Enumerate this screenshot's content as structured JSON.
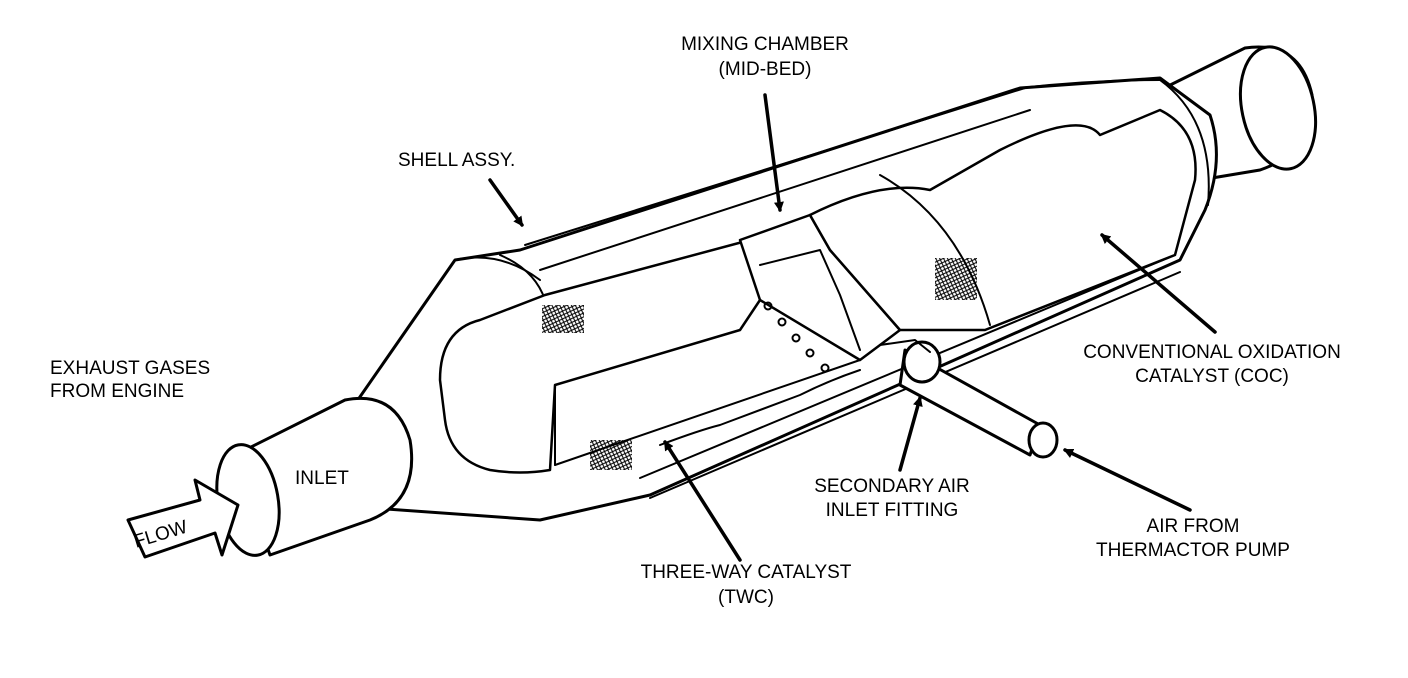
{
  "labels": {
    "mixing_chamber": "MIXING CHAMBER",
    "mid_bed": "(MID-BED)",
    "shell_assy": "SHELL ASSY.",
    "exhaust_gases": "EXHAUST GASES",
    "from_engine": "FROM ENGINE",
    "inlet": "INLET",
    "flow": "FLOW",
    "conventional_oxidation": "CONVENTIONAL OXIDATION",
    "catalyst_coc": "CATALYST (COC)",
    "secondary_air": "SECONDARY AIR",
    "inlet_fitting": "INLET FITTING",
    "three_way_catalyst": "THREE-WAY CATALYST",
    "twc": "(TWC)",
    "air_from": "AIR FROM",
    "thermactor_pump": "THERMACTOR PUMP"
  },
  "icons": {
    "flow_arrow": "flow-arrow-icon",
    "catalyst_mesh": "mesh-icon"
  }
}
